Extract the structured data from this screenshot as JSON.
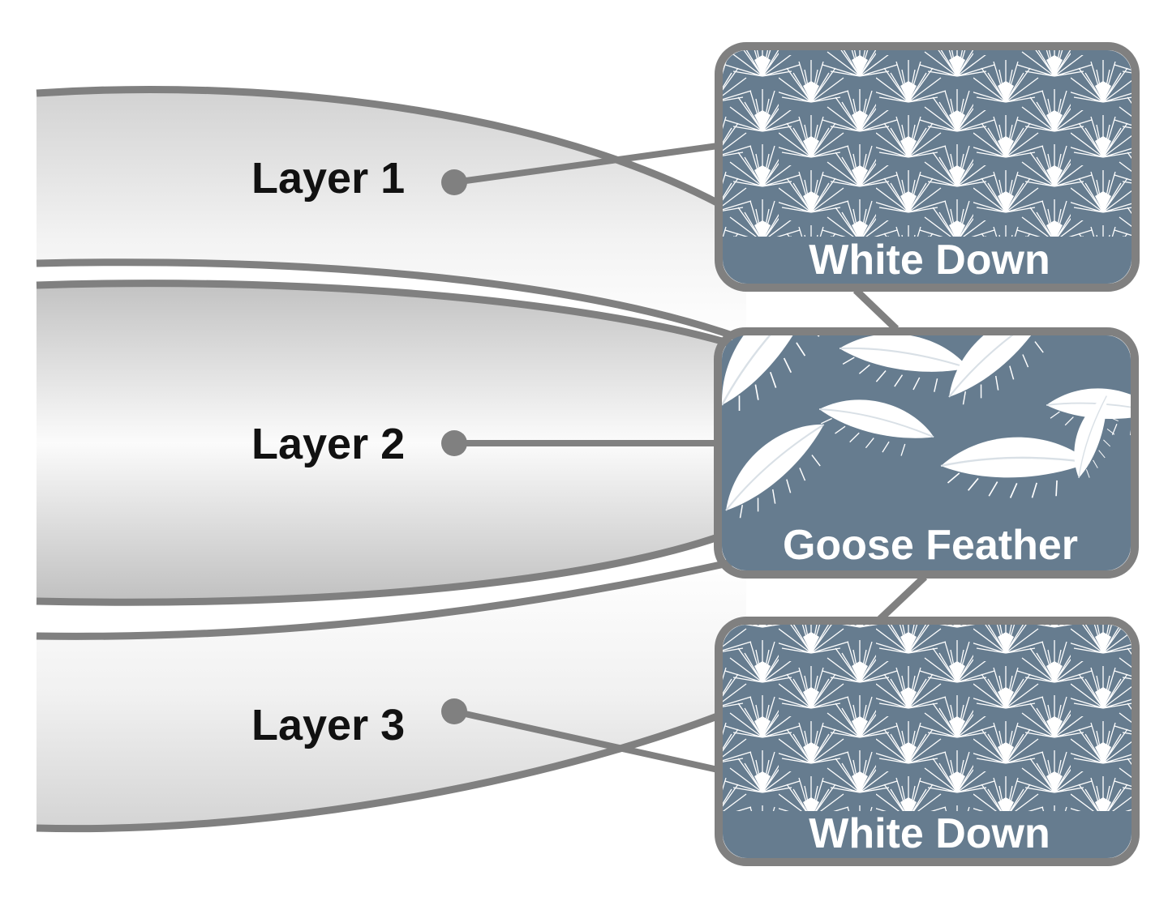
{
  "layers": [
    {
      "label": "Layer 1"
    },
    {
      "label": "Layer 2"
    },
    {
      "label": "Layer 3"
    }
  ],
  "panels": [
    {
      "label": "White Down",
      "pattern": "down-fluff"
    },
    {
      "label": "Goose Feather",
      "pattern": "feather-plume"
    },
    {
      "label": "White Down",
      "pattern": "down-fluff"
    }
  ],
  "colors": {
    "panel_fill": "#667c8f",
    "outline": "#808080",
    "pattern_white": "#ffffff",
    "label_text": "#111111"
  }
}
